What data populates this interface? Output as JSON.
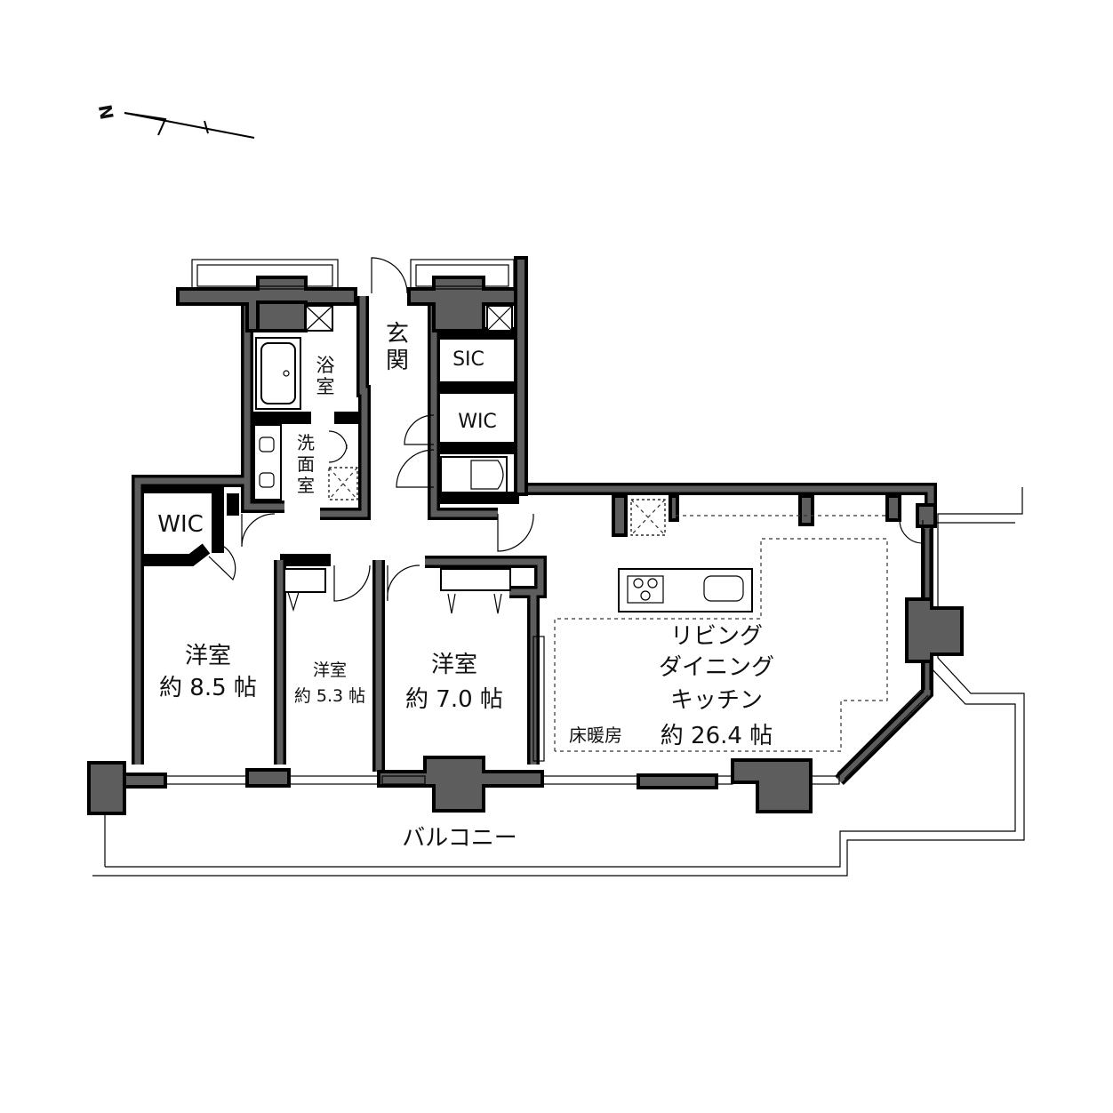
{
  "compass": {
    "north": "N"
  },
  "rooms": {
    "entrance": [
      "玄",
      "関"
    ],
    "sic": "SIC",
    "wic_top": "WIC",
    "bath": [
      "浴",
      "室"
    ],
    "washroom": [
      "洗",
      "面",
      "室"
    ],
    "wic_left": "WIC",
    "western1": {
      "name": "洋室",
      "size": "約 8.5 帖"
    },
    "western2": {
      "name": "洋室",
      "size": "約 5.3 帖"
    },
    "western3": {
      "name": "洋室",
      "size": "約 7.0 帖"
    },
    "ldk": {
      "lines": [
        "リビング",
        "ダイニング",
        "キッチン"
      ],
      "size": "約 26.4 帖"
    },
    "floor_heating": "床暖房",
    "balcony": "バルコニー"
  }
}
